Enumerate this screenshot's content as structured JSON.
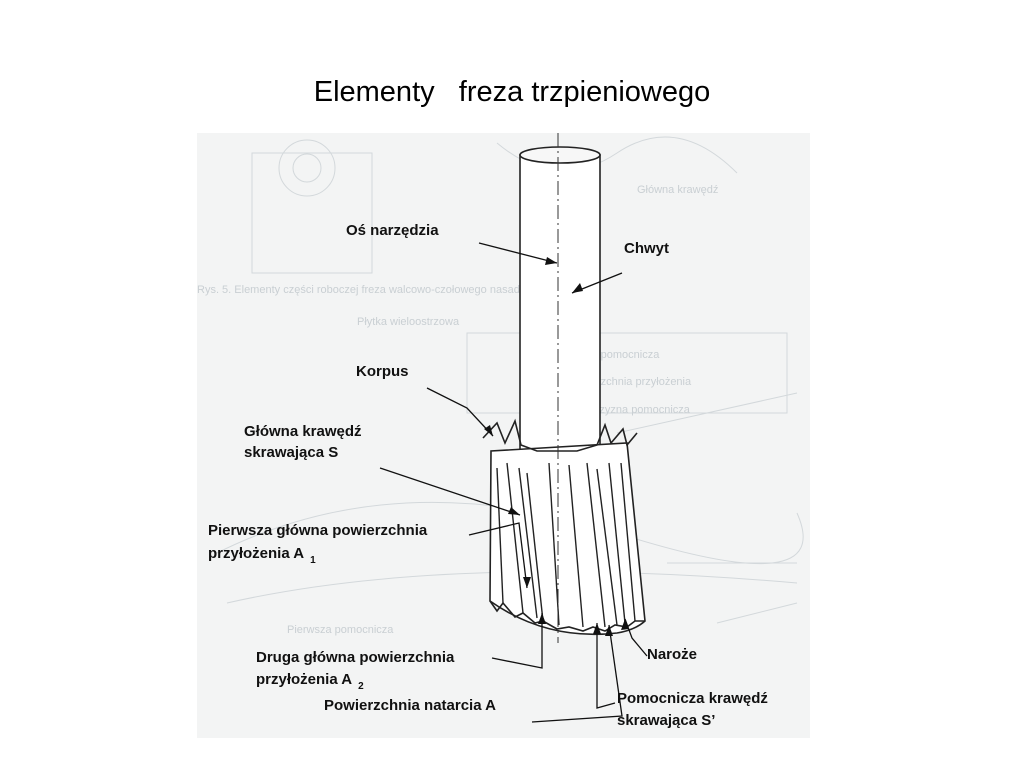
{
  "slide": {
    "title": "Elementy   freza trzpieniowego"
  },
  "diagram": {
    "labels": {
      "os_narzedzia": "Oś narzędzia",
      "chwyt": "Chwyt",
      "korpus": "Korpus",
      "glowna_krawedz_line1": "Główna krawędź",
      "glowna_krawedz_line2": "skrawająca  S",
      "pierwsza_line1": "Pierwsza główna powierzchnia",
      "pierwsza_line2": "przyłożenia  A",
      "pierwsza_sub": "1",
      "druga_line1": "Druga główna powierzchnia",
      "druga_line2": "przyłożenia  A",
      "druga_sub": "2",
      "naroze": "Naroże",
      "powierzchnia_natarcia": "Powierzchnia natarcia A",
      "pomocnicza_line1": "Pomocnicza krawędź",
      "pomocnicza_line2": "skrawająca  S’"
    }
  }
}
